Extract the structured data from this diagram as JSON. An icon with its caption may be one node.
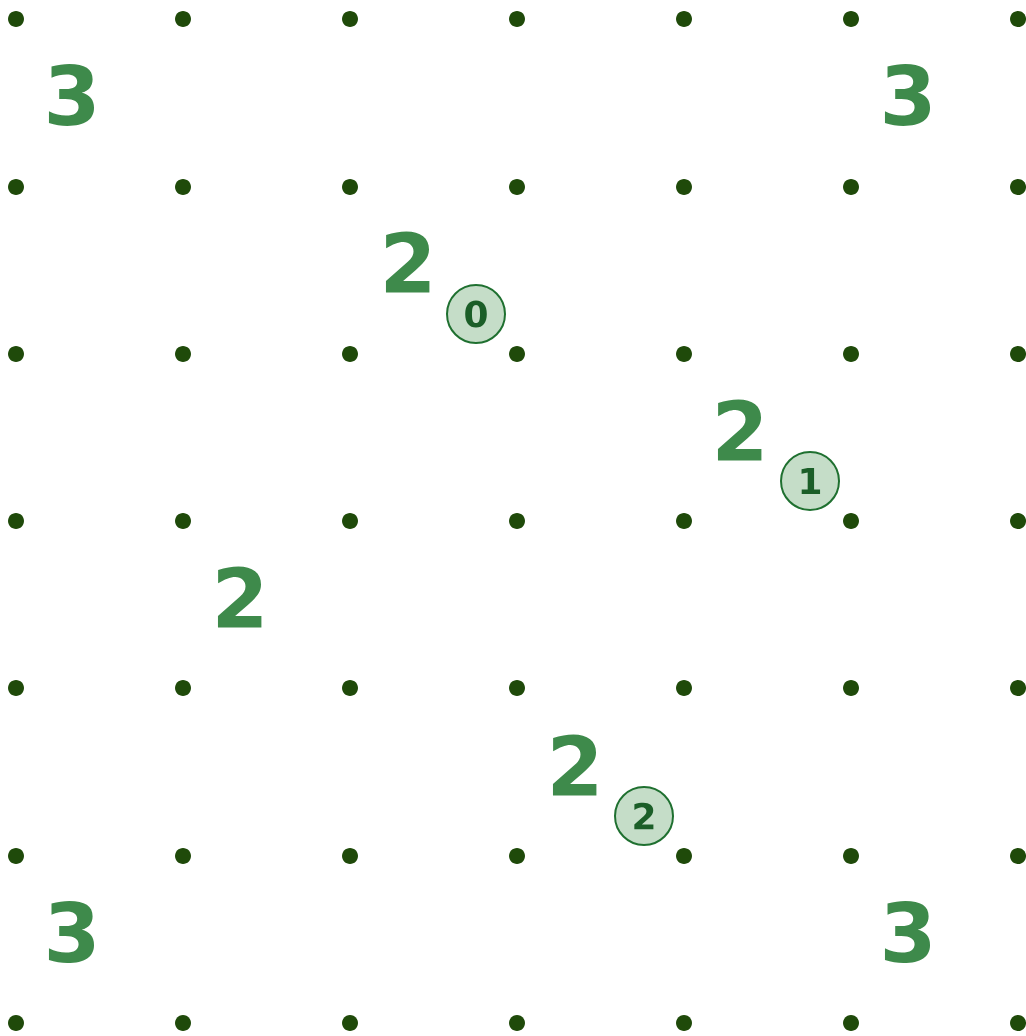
{
  "diagram": {
    "nodes": [
      {
        "text": [
          "0"
        ]
      },
      {
        "text": [
          "1"
        ]
      },
      {
        "text": [
          "2"
        ]
      }
    ],
    "edges": [],
    "labels": [
      "3",
      "3",
      "2",
      "2",
      "2",
      "2",
      "3",
      "3"
    ]
  }
}
